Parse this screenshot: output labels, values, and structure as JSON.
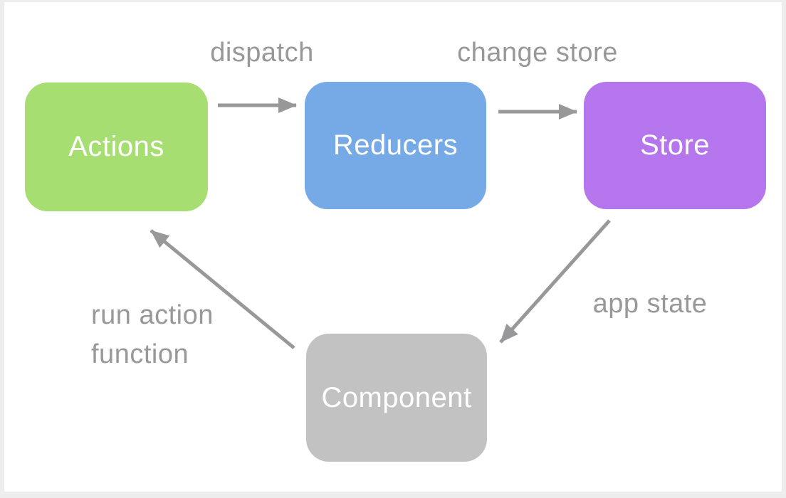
{
  "diagram": {
    "type": "flow-diagram",
    "background_color": "#ffffff",
    "frame_color": "#ededed",
    "arrow_color": "#98989a",
    "edge_label_color": "#98989a",
    "node_text_color": "#ffffff",
    "nodes": [
      {
        "id": "actions",
        "label": "Actions",
        "color": "#a6de72"
      },
      {
        "id": "reducers",
        "label": "Reducers",
        "color": "#75aae7"
      },
      {
        "id": "store",
        "label": "Store",
        "color": "#b575ec"
      },
      {
        "id": "component",
        "label": "Component",
        "color": "#c2c2c2"
      }
    ],
    "edges": [
      {
        "from": "Actions",
        "to": "Reducers",
        "label": "dispatch"
      },
      {
        "from": "Reducers",
        "to": "Store",
        "label": "change store"
      },
      {
        "from": "Store",
        "to": "Component",
        "label": "app state"
      },
      {
        "from": "Component",
        "to": "Actions",
        "label": "run action function"
      }
    ]
  }
}
